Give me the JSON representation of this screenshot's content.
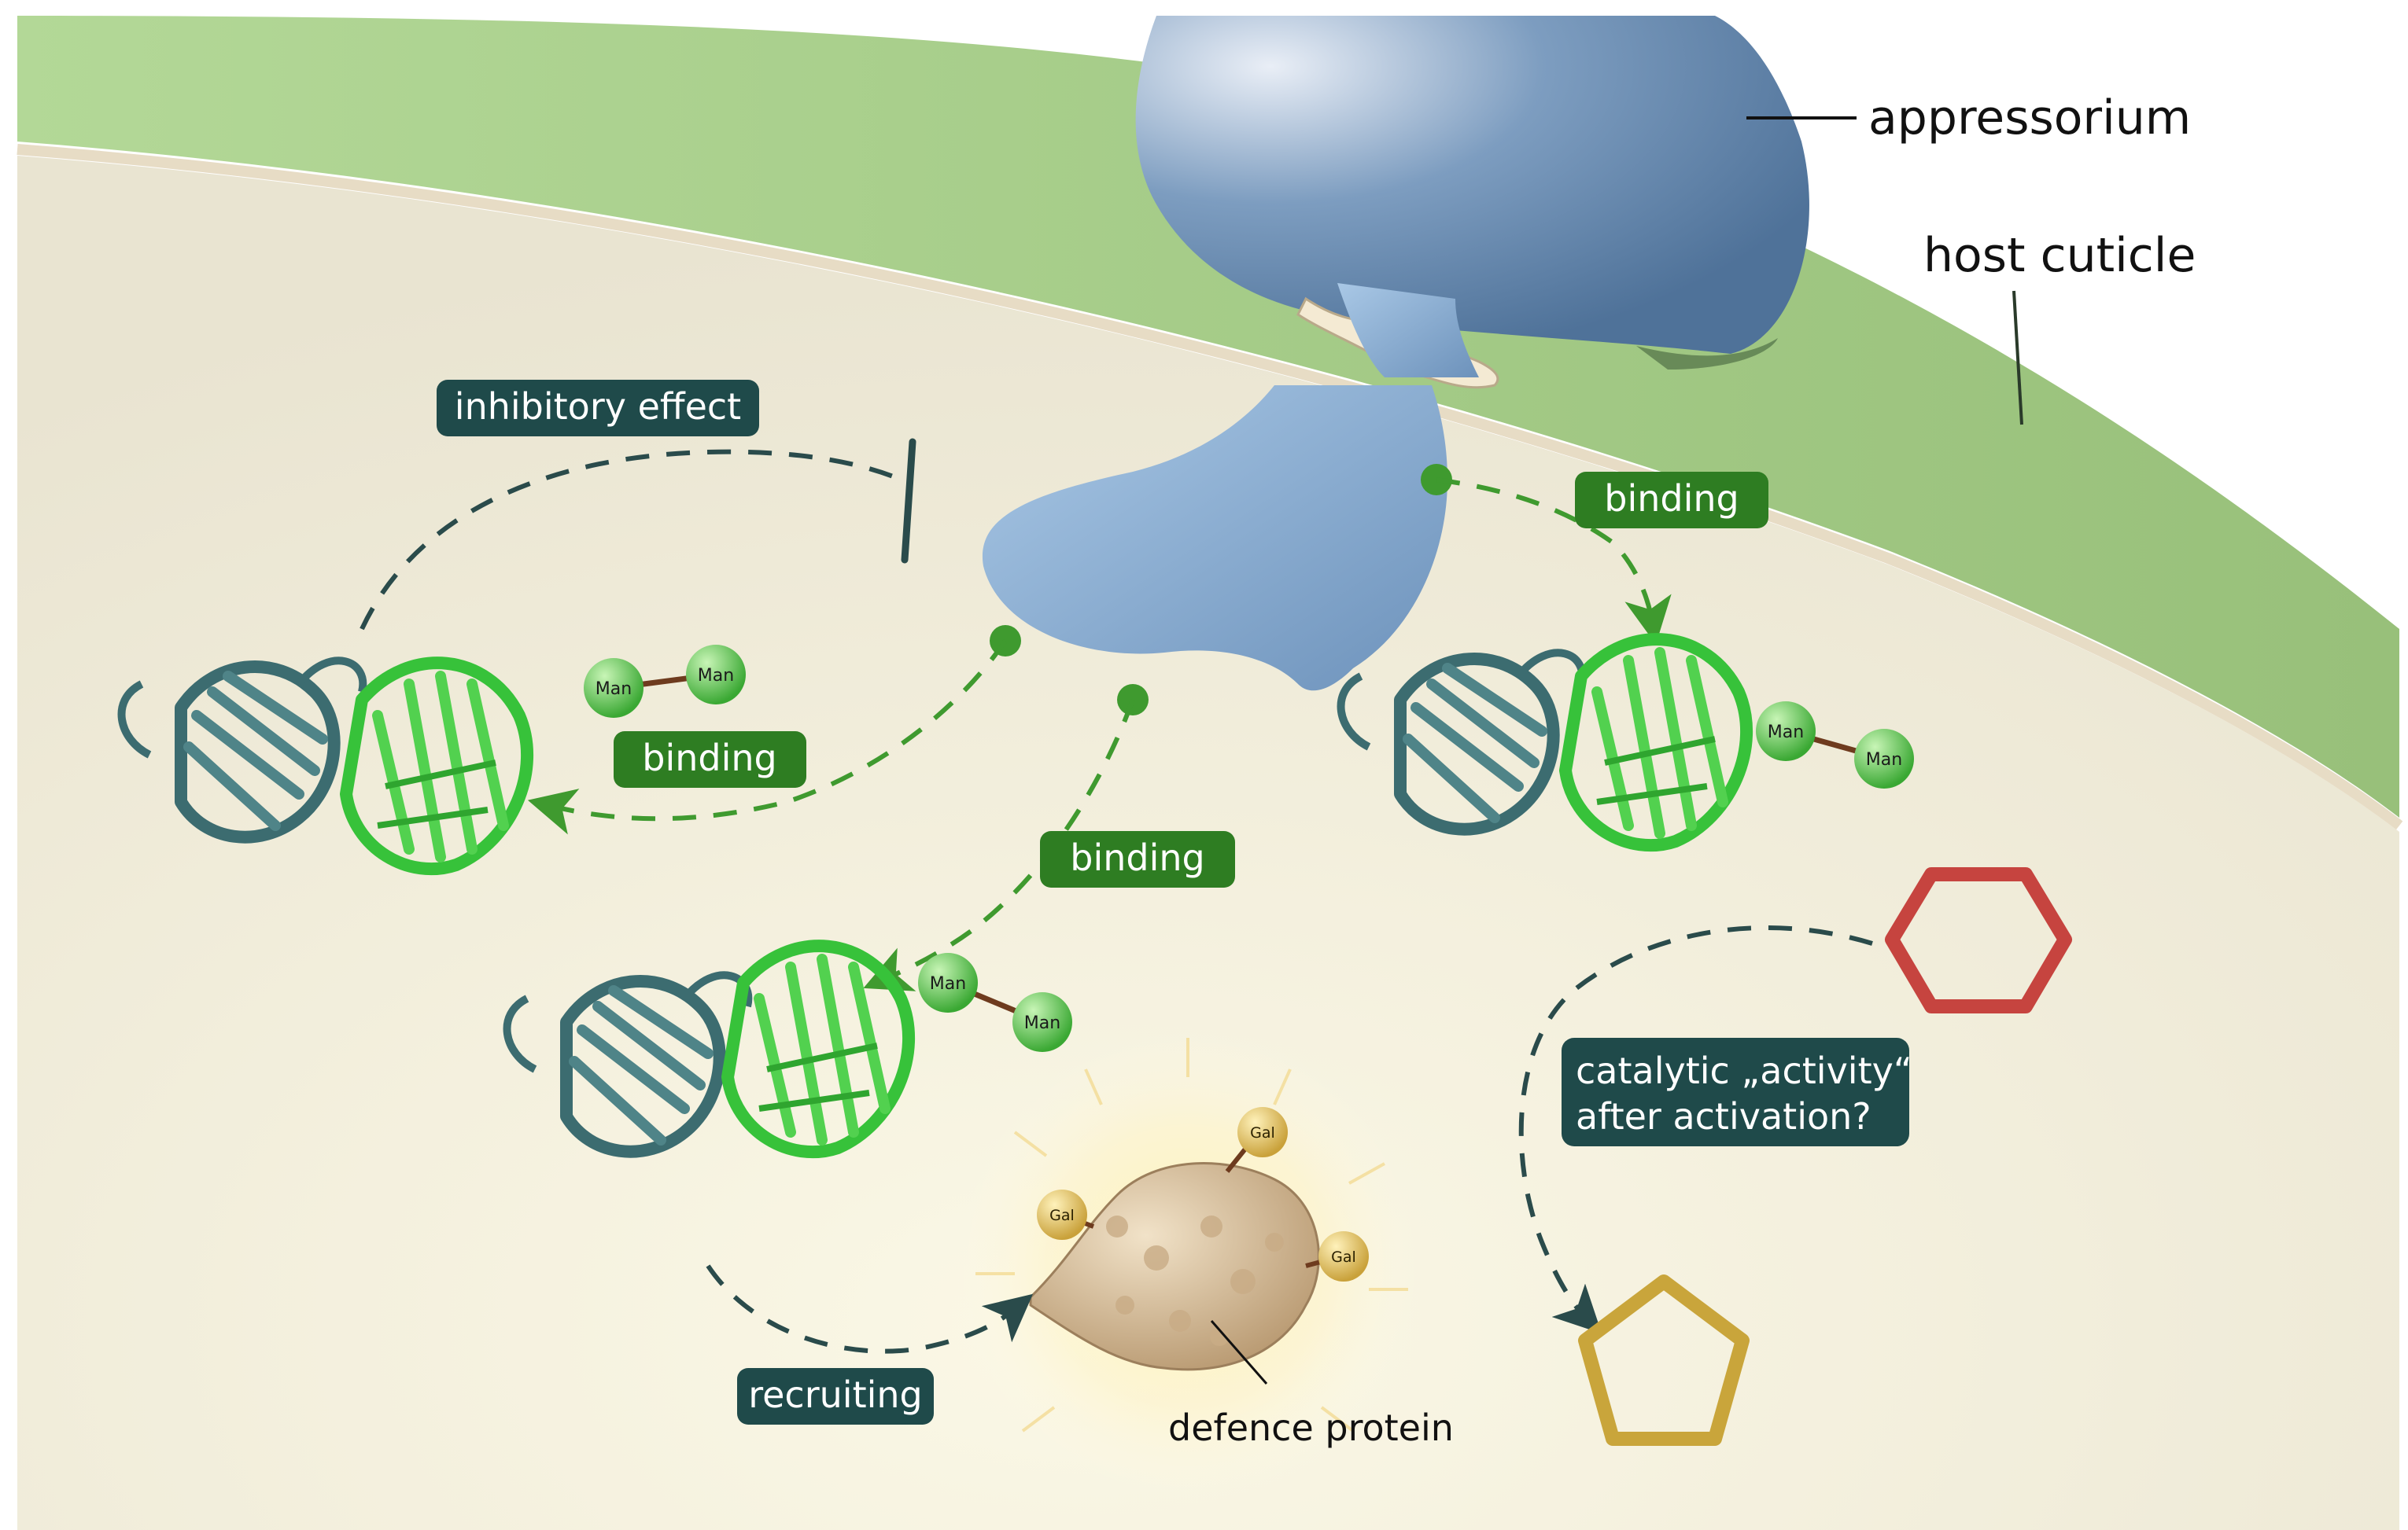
{
  "labels": {
    "appressorium": "appressorium",
    "host_cuticle": "host cuticle",
    "inhibitory_effect": "inhibitory effect",
    "binding_top_right": "binding",
    "binding_left": "binding",
    "binding_center": "binding",
    "catalytic_line1": "catalytic „activity“",
    "catalytic_line2": "after activation?",
    "recruiting": "recruiting",
    "defence_protein": "defence protein"
  },
  "sugars": {
    "man": "Man",
    "gal": "Gal"
  },
  "colors": {
    "cuticle_green": "#a9cf8a",
    "cell_interior": "#efe9d6",
    "appressorium_blue": "#5f82aa",
    "penetration_peg_blue": "#9bbde0",
    "label_box_dark": "#1f4a4a",
    "label_box_green": "#2e7d22",
    "arrow_green": "#3f9a2f",
    "arrow_dark": "#2a4b4b",
    "lectin_dark_teal": "#3c6c70",
    "lectin_bright_green": "#37c23a",
    "hexagon_red": "#c6443f",
    "pentagon_gold": "#c9a53b",
    "defence_protein_beige": "#d7bb95"
  }
}
